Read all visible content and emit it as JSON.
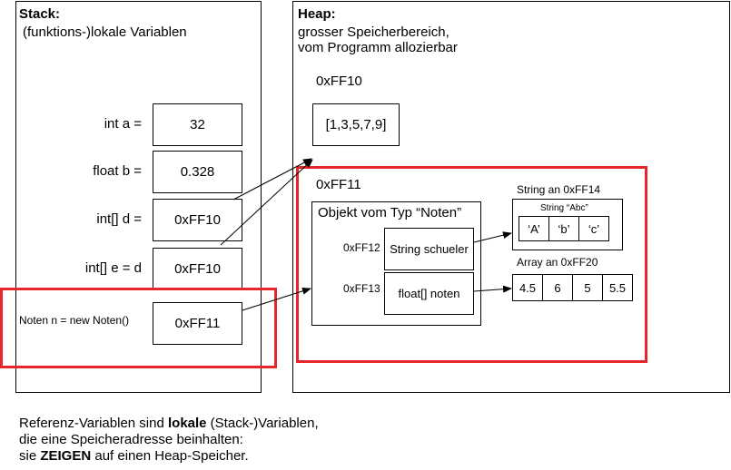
{
  "stack": {
    "title": "Stack:",
    "subtitle": "(funktions-)lokale Variablen",
    "vars": [
      {
        "label": "int a =",
        "value": "32"
      },
      {
        "label": "float b =",
        "value": "0.328"
      },
      {
        "label": "int[] d =",
        "value": "0xFF10"
      },
      {
        "label": "int[] e = d",
        "value": "0xFF10"
      },
      {
        "label": "Noten n =  new Noten()",
        "value": "0xFF11"
      }
    ]
  },
  "heap": {
    "title": "Heap:",
    "desc_line1": "grosser Speicherbereich,",
    "desc_line2": "vom Programm allozierbar",
    "array_addr": "0xFF10",
    "array_value": "[1,3,5,7,9]",
    "object_addr": "0xFF11",
    "object_title": "Objekt vom Typ “Noten”",
    "fields": [
      {
        "addr": "0xFF12",
        "label": "String schueler"
      },
      {
        "addr": "0xFF13",
        "label": "float[] noten"
      }
    ],
    "string_caption": "String an 0xFF14",
    "string_inner_caption": "String “Abc”",
    "chars": [
      "‘A’",
      "‘b’",
      "‘c’"
    ],
    "array2_caption": "Array an 0xFF20",
    "floats": [
      "4.5",
      "6",
      "5",
      "5.5"
    ]
  },
  "note": {
    "line1_a": "Referenz-Variablen sind ",
    "line1_b": "lokale",
    "line1_c": " (Stack-)Variablen,",
    "line2": "die eine Speicheradresse beinhalten:",
    "line3_a": "sie ",
    "line3_b": "ZEIGEN",
    "line3_c": " auf einen Heap-Speicher."
  },
  "colors": {
    "highlight": "#e8252b"
  }
}
